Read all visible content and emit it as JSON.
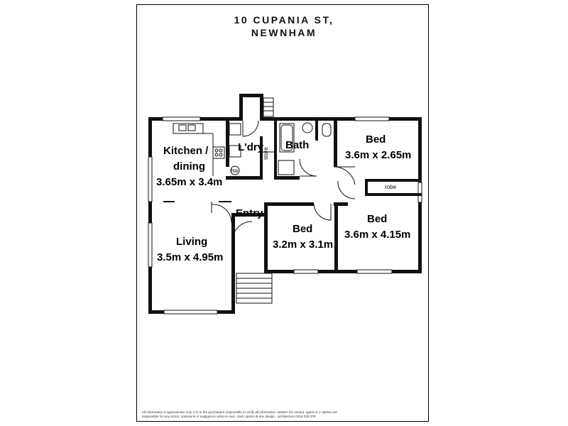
{
  "header": {
    "address_line1": "10 CUPANIA ST,",
    "address_line2": "NEWNHAM"
  },
  "rooms": {
    "kitchen": {
      "name": "Kitchen /",
      "name2": "dining",
      "size": "3.65m x 3.4m"
    },
    "laundry": {
      "name": "L'dry"
    },
    "store": {
      "name": "store"
    },
    "bath": {
      "name": "Bath"
    },
    "bed1": {
      "name": "Bed",
      "size": "3.6m x 2.65m"
    },
    "robe": {
      "name": "robe"
    },
    "entry": {
      "name": "Entry"
    },
    "bed2": {
      "name": "Bed",
      "size": "3.2m x 3.1m"
    },
    "bed3": {
      "name": "Bed",
      "size": "3.6m x 4.15m"
    },
    "living": {
      "name": "Living",
      "size": "3.5m x 4.95m"
    },
    "hot_water": {
      "name": "hw"
    }
  },
  "footer": {
    "disclaimer_line1": "All information is approximate only. It is to the purchasers responsible to verify all information. Neither the vendor, agent or J Upston are",
    "disclaimer_line2": "responsible for any errors, omissions or negligence what so ever. Josh Upston B env design - architecture 0419 032 078"
  }
}
